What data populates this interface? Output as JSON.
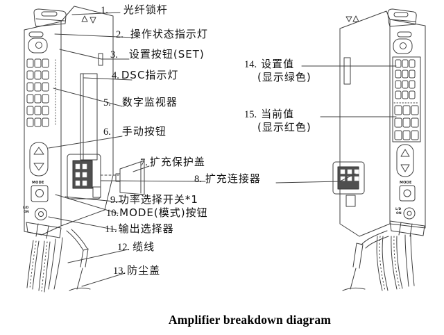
{
  "page": {
    "background": "#ffffff",
    "line_color": "#3f3f3f",
    "text_color": "#111111"
  },
  "caption": "Amplifier breakdown diagram",
  "labels": [
    {
      "num": "1.",
      "text": "光纤锁杆"
    },
    {
      "num": "2.",
      "text": "操作状态指示灯"
    },
    {
      "num": "3.",
      "text": "设置按钮(SET)"
    },
    {
      "num": "4.",
      "text": "DSC指示灯"
    },
    {
      "num": "5.",
      "text": "数字监视器"
    },
    {
      "num": "6.",
      "text": "手动按钮"
    },
    {
      "num": "7.",
      "text": "扩充保护盖"
    },
    {
      "num": "8.",
      "text": "扩充连接器"
    },
    {
      "num": "9.",
      "text": "功率选择开关*1"
    },
    {
      "num": "10.",
      "text": "MODE(模式)按钮"
    },
    {
      "num": "11.",
      "text": "输出选择器"
    },
    {
      "num": "12.",
      "text": "缆线"
    },
    {
      "num": "13.",
      "text": "防尘盖"
    },
    {
      "num": "14.",
      "text": "设置值",
      "sub": "(显示绿色)"
    },
    {
      "num": "15.",
      "text": "当前值",
      "sub": "(显示红色)"
    }
  ],
  "device_markings": {
    "mode": "MODE",
    "ld": "L/D",
    "on": "ON"
  }
}
